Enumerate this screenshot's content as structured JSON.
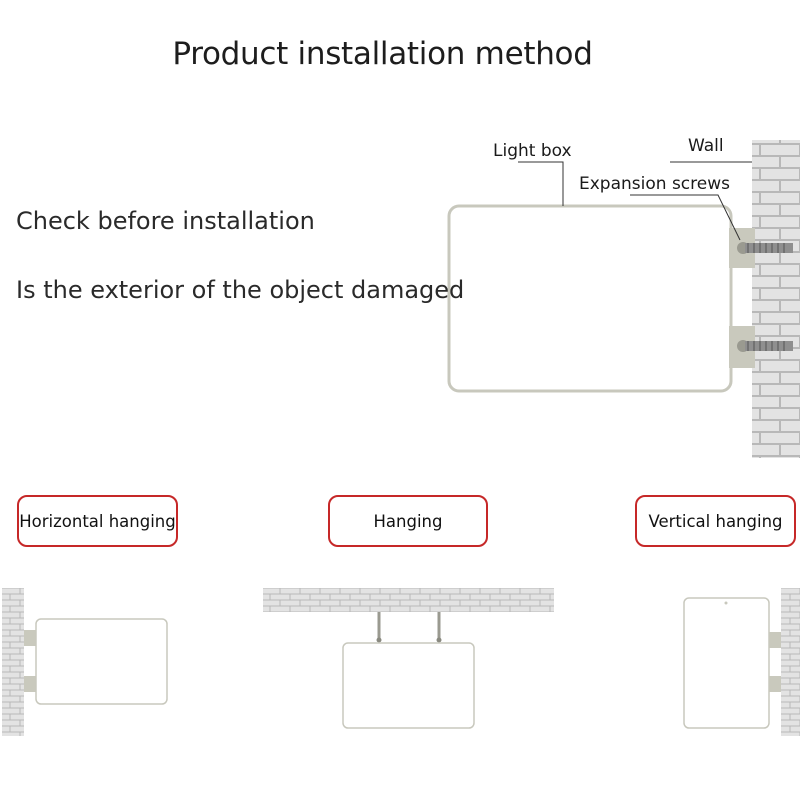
{
  "title": "Product installation method",
  "notes": [
    "Check before installation",
    "Is the exterior of the object damaged"
  ],
  "callouts": {
    "light_box": "Light box",
    "wall": "Wall",
    "expansion_screws": "Expansion screws"
  },
  "mounting_modes": [
    "Horizontal hanging",
    "Hanging",
    "Vertical hanging"
  ],
  "colors": {
    "mode_border": "#c62828",
    "brick_fill": "#d9d9d9",
    "brick_mortar": "#b5b5b5",
    "bracket": "#c9c9bd"
  }
}
